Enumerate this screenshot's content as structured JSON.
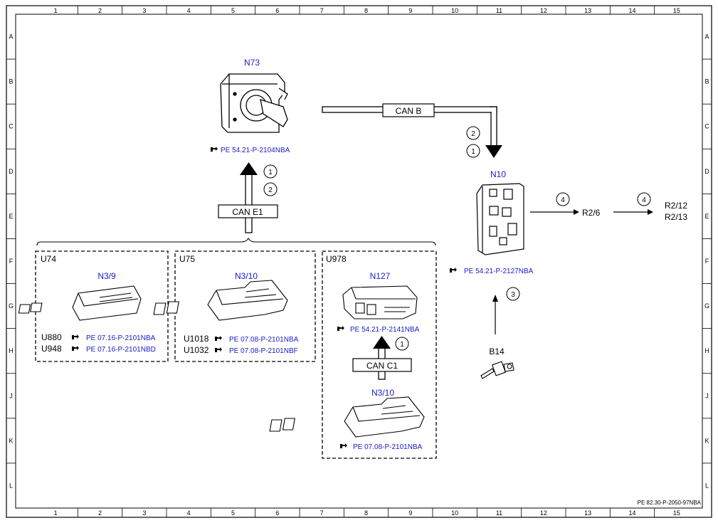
{
  "grid": {
    "columns": [
      "1",
      "2",
      "3",
      "4",
      "5",
      "6",
      "7",
      "8",
      "9",
      "10",
      "11",
      "12",
      "13",
      "14",
      "15"
    ],
    "rows": [
      "A",
      "B",
      "C",
      "D",
      "E",
      "F",
      "G",
      "H",
      "J",
      "K",
      "L"
    ]
  },
  "components": {
    "n73": {
      "label": "N73",
      "ref": "PE 54.21-P-2104NBA"
    },
    "n10": {
      "label": "N10",
      "ref": "PE 54.21-P-2127NBA"
    },
    "u74": {
      "group": "U74",
      "label": "N3/9",
      "codes": [
        {
          "code": "U880",
          "ref": "PE 07.16-P-2101NBA"
        },
        {
          "code": "U948",
          "ref": "PE 07.16-P-2101NBD"
        }
      ]
    },
    "u75": {
      "group": "U75",
      "label": "N3/10",
      "codes": [
        {
          "code": "U1018",
          "ref": "PE 07.08-P-2101NBA"
        },
        {
          "code": "U1032",
          "ref": "PE 07.08-P-2101NBF"
        }
      ]
    },
    "u978": {
      "group": "U978",
      "n127": {
        "label": "N127",
        "ref": "PE 54.21-P-2141NBA"
      },
      "n310": {
        "label": "N3/10",
        "ref": "PE 07.08-P-2101NBA"
      }
    },
    "b14": {
      "label": "B14"
    }
  },
  "buses": {
    "can_b": "CAN B",
    "can_e1": "CAN E1",
    "can_c1": "CAN C1"
  },
  "outputs": {
    "r26": "R2/6",
    "r212": "R2/12",
    "r213": "R2/13"
  },
  "markers": {
    "m1": "1",
    "m2": "2",
    "m3": "3",
    "m4": "4"
  },
  "doc_ref": "PE 82.30-P-2050-97NBA",
  "colors": {
    "label_blue": "#1a1ac8",
    "line": "#000000"
  }
}
